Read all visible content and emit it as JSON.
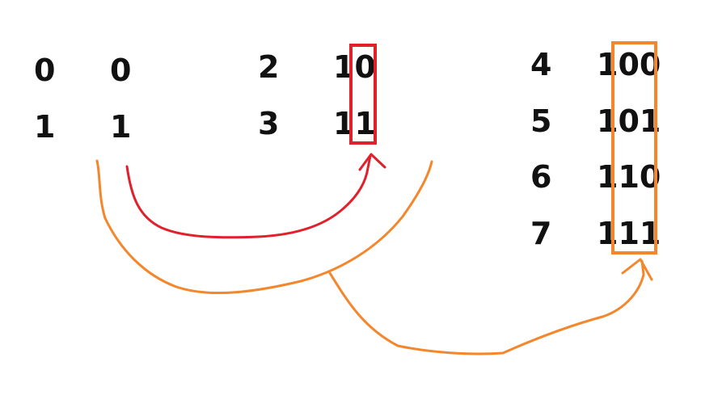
{
  "colors": {
    "text": "#111111",
    "red": "#e0202b",
    "orange": "#f4862c"
  },
  "group1": {
    "decimals": [
      "0",
      "1"
    ],
    "binaries": [
      "0",
      "1"
    ]
  },
  "group2": {
    "decimals": [
      "2",
      "3"
    ],
    "binaries": [
      "10",
      "11"
    ]
  },
  "group3": {
    "decimals": [
      "4",
      "5",
      "6",
      "7"
    ],
    "binaries": [
      "100",
      "101",
      "110",
      "111"
    ]
  }
}
